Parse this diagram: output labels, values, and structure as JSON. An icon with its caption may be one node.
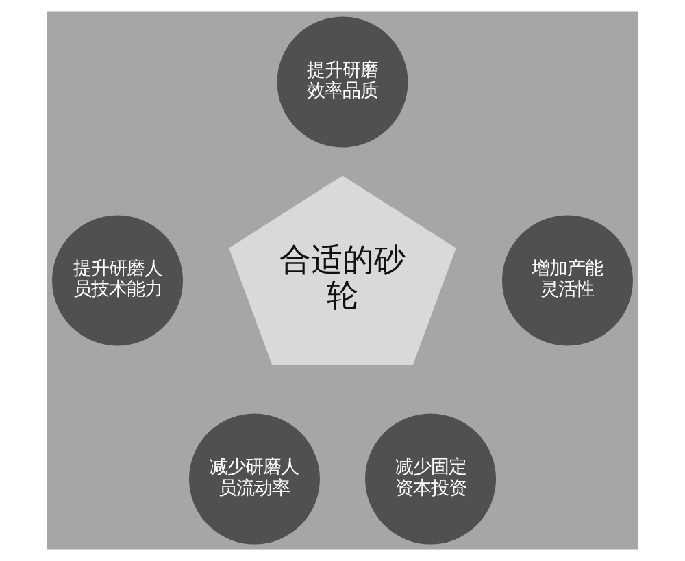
{
  "diagram": {
    "nodes": [
      {
        "text": [
          "提升研磨效率品质"
        ]
      },
      {
        "text": [
          "提升研磨人员技术能力"
        ]
      },
      {
        "text": [
          "增加产能灵活性"
        ]
      },
      {
        "text": [
          "合适的砂轮"
        ]
      },
      {
        "text": [
          "减少研磨人员流动率"
        ]
      },
      {
        "text": [
          "减少固定资本投资"
        ]
      }
    ]
  }
}
